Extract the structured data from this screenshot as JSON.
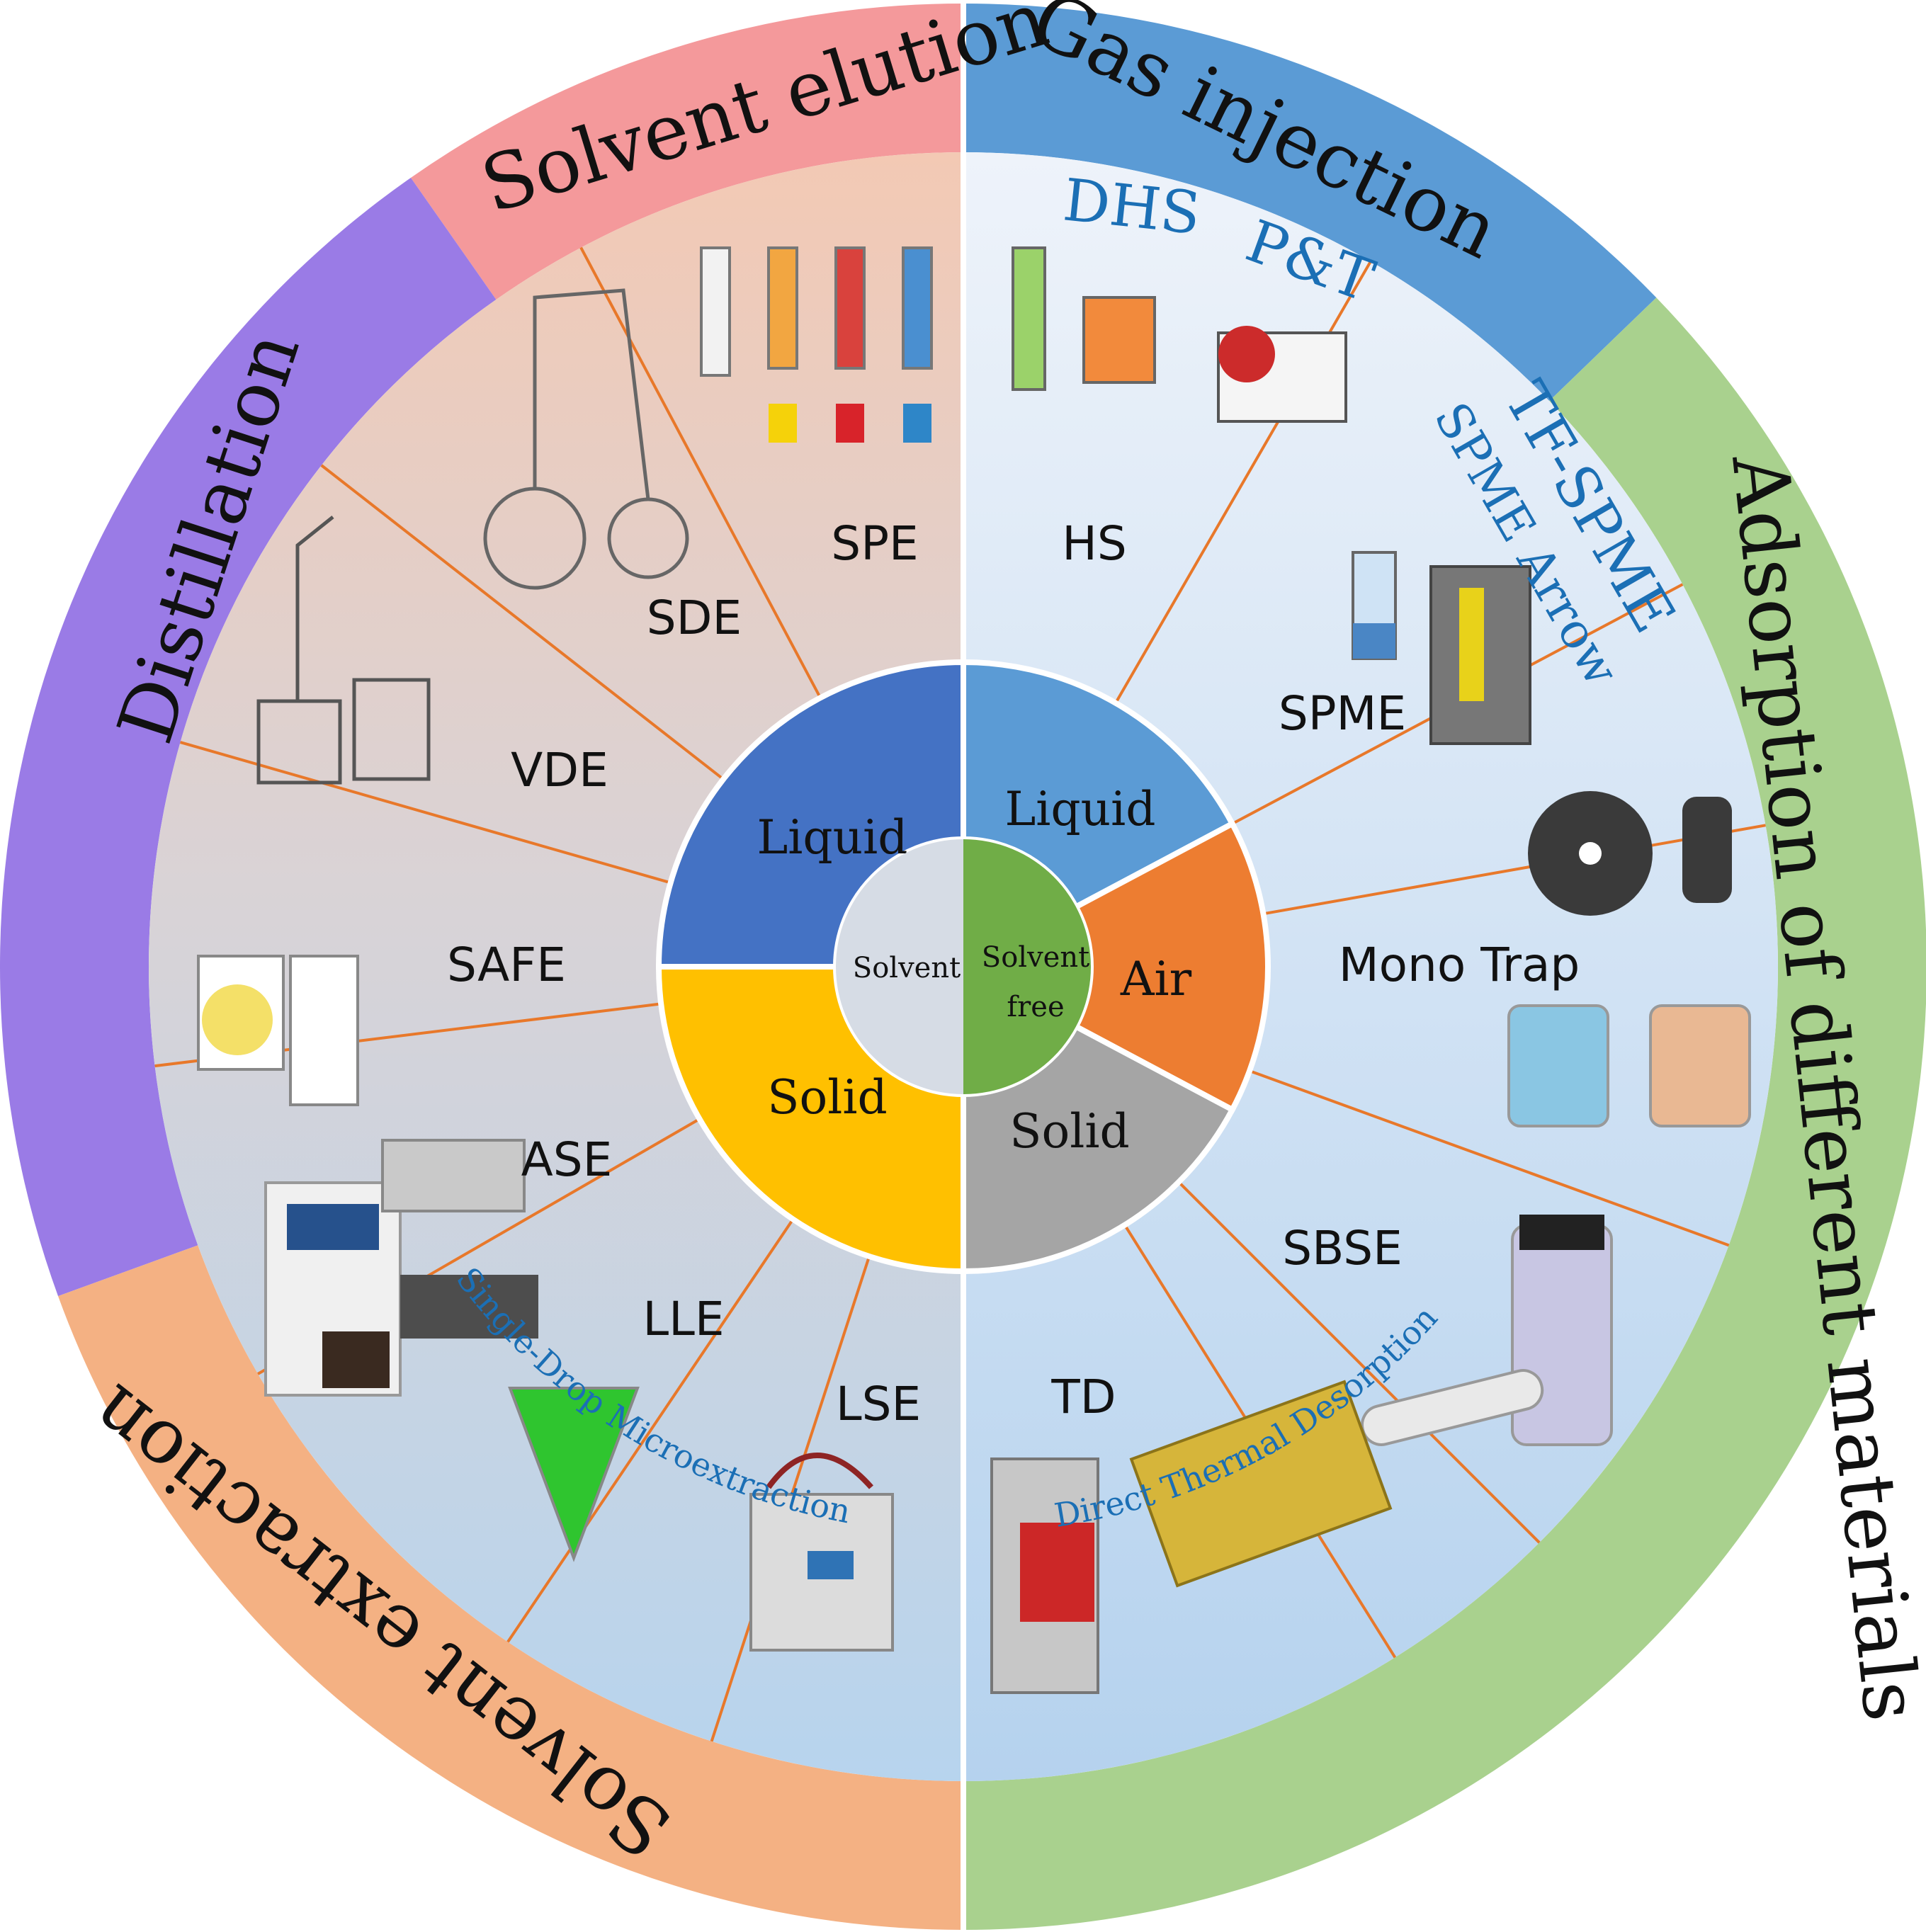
{
  "outer_categories": {
    "solvent_elution": "Solvent elution",
    "gas_injection": "Gas injection",
    "distillation": "Distillation",
    "adsorption": "Adsorption of different materials",
    "solvent_extraction": "Solvent extraction"
  },
  "methods": {
    "spe": "SPE",
    "sde": "SDE",
    "vde": "VDE",
    "safe": "SAFE",
    "ase": "ASE",
    "lle": "LLE",
    "lse": "LSE",
    "hs": "HS",
    "spme": "SPME",
    "monotrap": "Mono Trap",
    "sbse": "SBSE",
    "td": "TD"
  },
  "sub_labels": {
    "dhs": "DHS",
    "pt": "P&T",
    "tf_spme": "TF-SPME",
    "spme_arrow": "SPME Arrow",
    "sdme": "Single-Drop Microextraction",
    "dtd": "Direct Thermal Desorption"
  },
  "inner_ring": {
    "liquid_left": "Liquid",
    "solid_left": "Solid",
    "liquid_right": "Liquid",
    "air": "Air",
    "solid_right": "Solid"
  },
  "core": {
    "left": "Solvent",
    "right_line1": "Solvent",
    "right_line2": "free"
  },
  "colors": {
    "solvent_elution": "#f4999b",
    "gas_injection": "#5b9bd5",
    "distillation": "#9a7be6",
    "adsorption": "#a9d18e",
    "solvent_extraction": "#f4b183",
    "liquid_left": "#4472c4",
    "solid_left": "#ffc000",
    "liquid_right": "#5b9bd5",
    "air": "#ed7d31",
    "solid_right": "#a5a5a5",
    "core_left": "#d6dce5",
    "core_right": "#70ad47"
  }
}
